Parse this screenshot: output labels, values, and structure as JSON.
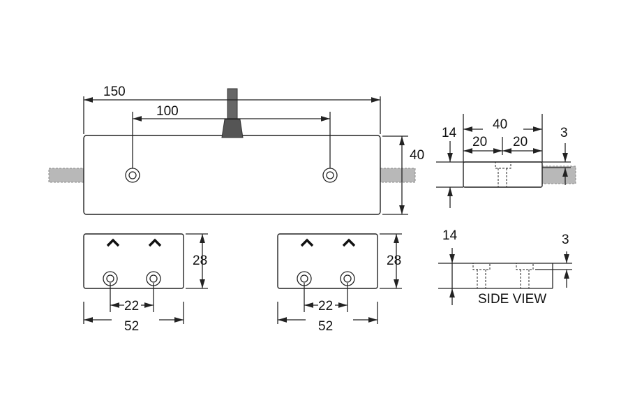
{
  "front_view": {
    "overall_length": "150",
    "hole_spacing": "100",
    "height": "40"
  },
  "end_view_left": {
    "height": "28",
    "hole_spacing": "22",
    "width": "52"
  },
  "end_view_right": {
    "height": "28",
    "hole_spacing": "22",
    "width": "52"
  },
  "side_view_top": {
    "thickness": "14",
    "width": "40",
    "half_left": "20",
    "half_right": "20",
    "counterbore": "3"
  },
  "side_view_bottom": {
    "thickness": "14",
    "counterbore": "3",
    "label": "SIDE VIEW"
  },
  "colors": {
    "line": "#222222",
    "connector": "#b8b8b8"
  }
}
